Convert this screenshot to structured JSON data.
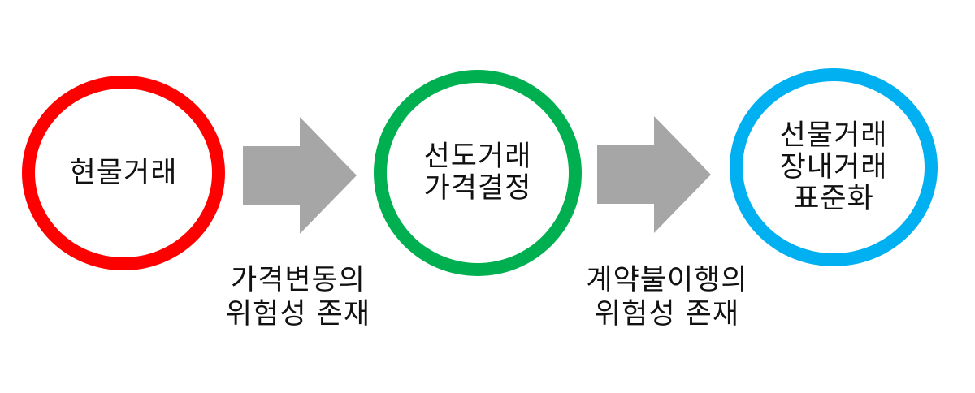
{
  "colors": {
    "circle_1": "#ff0000",
    "circle_2": "#00b050",
    "circle_3": "#00b0f0",
    "arrow": "#a6a6a6",
    "text": "#111111"
  },
  "steps": [
    {
      "lines": [
        "현물거래"
      ]
    },
    {
      "lines": [
        "선도거래",
        "가격결정"
      ]
    },
    {
      "lines": [
        "선물거래",
        "장내거래",
        "표준화"
      ]
    }
  ],
  "transitions": [
    {
      "lines": [
        "가격변동의",
        "위험성 존재"
      ]
    },
    {
      "lines": [
        "계약불이행의",
        "위험성 존재"
      ]
    }
  ]
}
